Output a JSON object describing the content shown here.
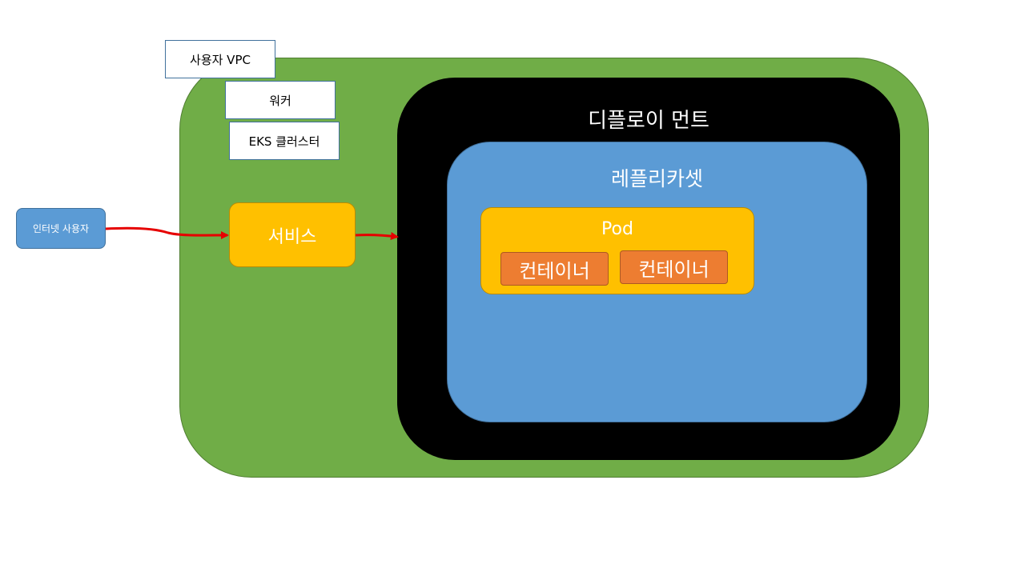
{
  "labels": {
    "user_vpc": "사용자  VPC",
    "worker": "워커",
    "eks_cluster": "EKS 클러스터",
    "deployment": "디플로이 먼트",
    "replicaset": "레플리카셋",
    "pod": "Pod",
    "container_1": "컨테이너",
    "container_2": "컨테이너",
    "service": "서비스",
    "internet_user": "인터넷 사용자"
  },
  "colors": {
    "vpc_green": "#70ad47",
    "deployment_black": "#000000",
    "replicaset_blue": "#5b9bd5",
    "pod_yellow": "#ffc000",
    "service_yellow": "#ffc000",
    "container_orange": "#ed7d31",
    "arrow_red": "#e60000"
  }
}
